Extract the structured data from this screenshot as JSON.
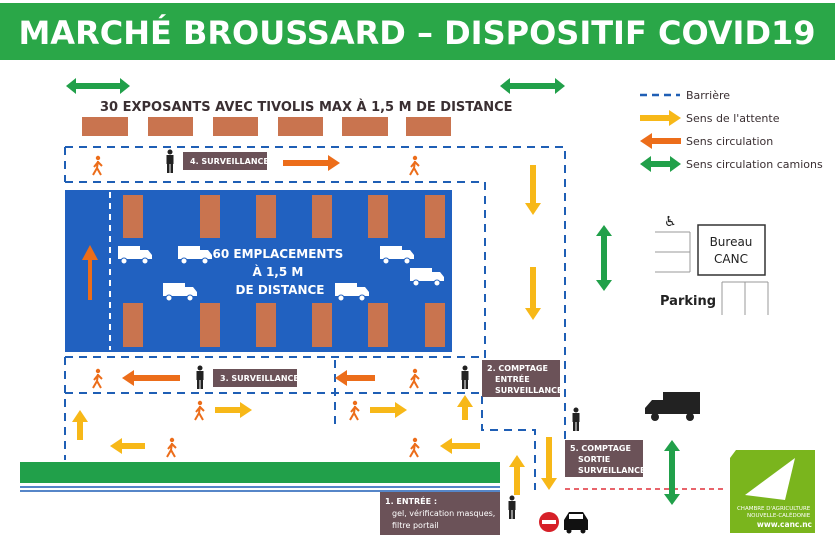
{
  "header": {
    "title": "MARCHÉ BROUSSARD – DISPOSITIF COVID19"
  },
  "exhibitors_note": "30 EXPOSANTS AVEC TIVOLIS MAX À 1,5 M DE DISTANCE",
  "parking_area": {
    "lines": [
      "60 EMPLACEMENTS",
      "À 1,5 M",
      "DE DISTANCE"
    ]
  },
  "stations": {
    "s1_title": "1. ENTRÉE :",
    "s1_lines": [
      "gel, vérification masques,",
      "filtre portail"
    ],
    "s2_lines": [
      "2. COMPTAGE",
      "ENTRÉE",
      "SURVEILLANCE"
    ],
    "s3": "3. SURVEILLANCE",
    "s4": "4. SURVEILLANCE",
    "s5_lines": [
      "5. COMPTAGE",
      "SORTIE",
      "SURVEILLANCE"
    ]
  },
  "legend": {
    "items": [
      {
        "label": "Barrière",
        "symbol": "blue-dashed-line",
        "color": "#1f5fb5"
      },
      {
        "label": "Sens de l'attente",
        "symbol": "yellow-arrow",
        "color": "#f7b818"
      },
      {
        "label": "Sens circulation",
        "symbol": "orange-arrow",
        "color": "#ec6d1a"
      },
      {
        "label": "Sens circulation camions",
        "symbol": "green-double-arrow",
        "color": "#21a04a"
      }
    ]
  },
  "office": {
    "lines": [
      "Bureau",
      "CANC"
    ]
  },
  "parking_label": "Parking",
  "logo": {
    "lines": [
      "CHAMBRE D'AGRICULTURE",
      "NOUVELLE-CALÉDONIE",
      "www.canc.nc"
    ],
    "color": "#7ab51d"
  },
  "colors": {
    "header": "#2aa748",
    "blue_area": "#2161c0",
    "stall": "#c9744f",
    "label_box": "#6b5258"
  }
}
